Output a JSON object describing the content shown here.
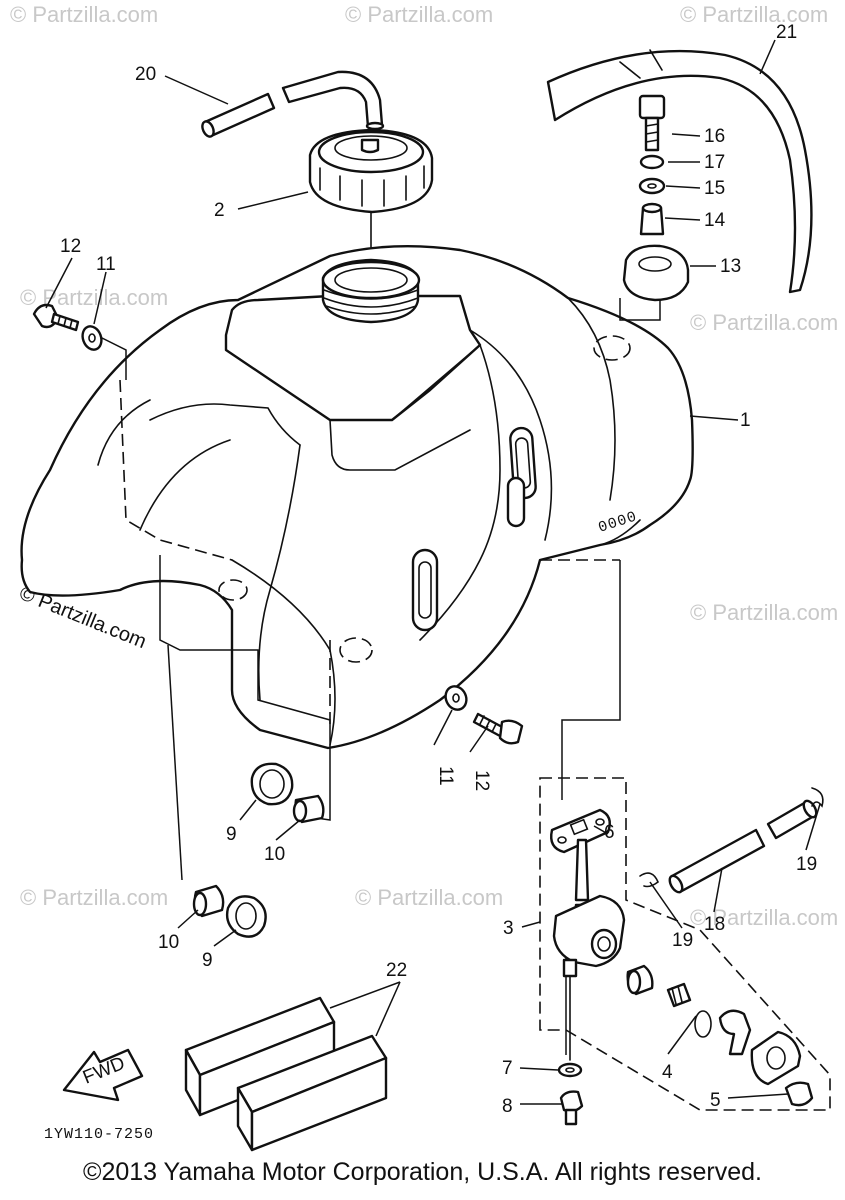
{
  "watermark": "© Partzilla.com",
  "diagram_code": "1YW110-7250",
  "fwd_label": "FWD",
  "copyright": "©2013 Yamaha Motor Corporation, U.S.A. All rights reserved.",
  "callouts": {
    "c1": "1",
    "c2": "2",
    "c3": "3",
    "c4": "4",
    "c5": "5",
    "c6": "6",
    "c7": "7",
    "c8": "8",
    "c9a": "9",
    "c9b": "9",
    "c10a": "10",
    "c10b": "10",
    "c11a": "11",
    "c11b": "11",
    "c12a": "12",
    "c12b": "12",
    "c13": "13",
    "c14": "14",
    "c15": "15",
    "c16": "16",
    "c17": "17",
    "c18": "18",
    "c19a": "19",
    "c19b": "19",
    "c20": "20",
    "c21": "21",
    "c22": "22"
  }
}
